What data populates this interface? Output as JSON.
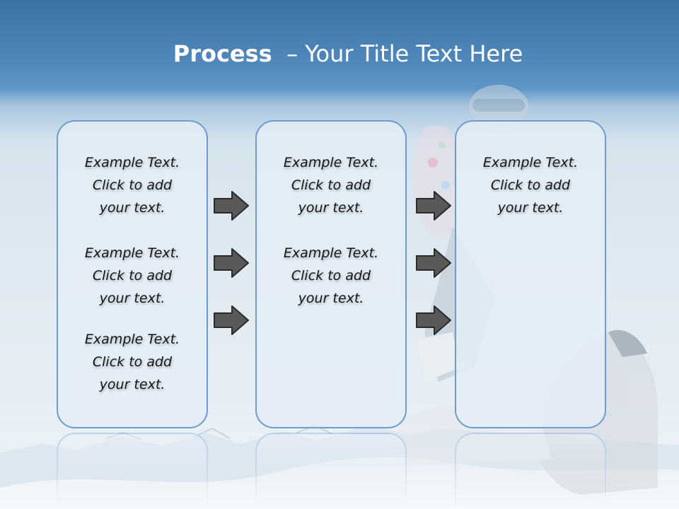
{
  "title": {
    "bold": "Process",
    "rest": "– Your Title Text Here"
  },
  "columns": [
    {
      "blocks": [
        [
          "Example Text.",
          "Click  to add",
          "your text."
        ],
        [
          "Example Text.",
          "Click  to add",
          "your text."
        ],
        [
          "Example Text.",
          "Click  to add",
          "your text."
        ]
      ]
    },
    {
      "blocks": [
        [
          "Example Text.",
          "Click  to add",
          "your text."
        ],
        [
          "Example Text.",
          "Click  to add",
          "your text."
        ]
      ]
    },
    {
      "blocks": [
        [
          "Example Text.",
          "Click  to add",
          "your text."
        ]
      ]
    }
  ],
  "colors": {
    "title_band": "#4f86b9",
    "card_border": "#6f9ccc",
    "card_fill": "#e4eef7",
    "arrow_fill": "#595959",
    "text": "#161616"
  }
}
